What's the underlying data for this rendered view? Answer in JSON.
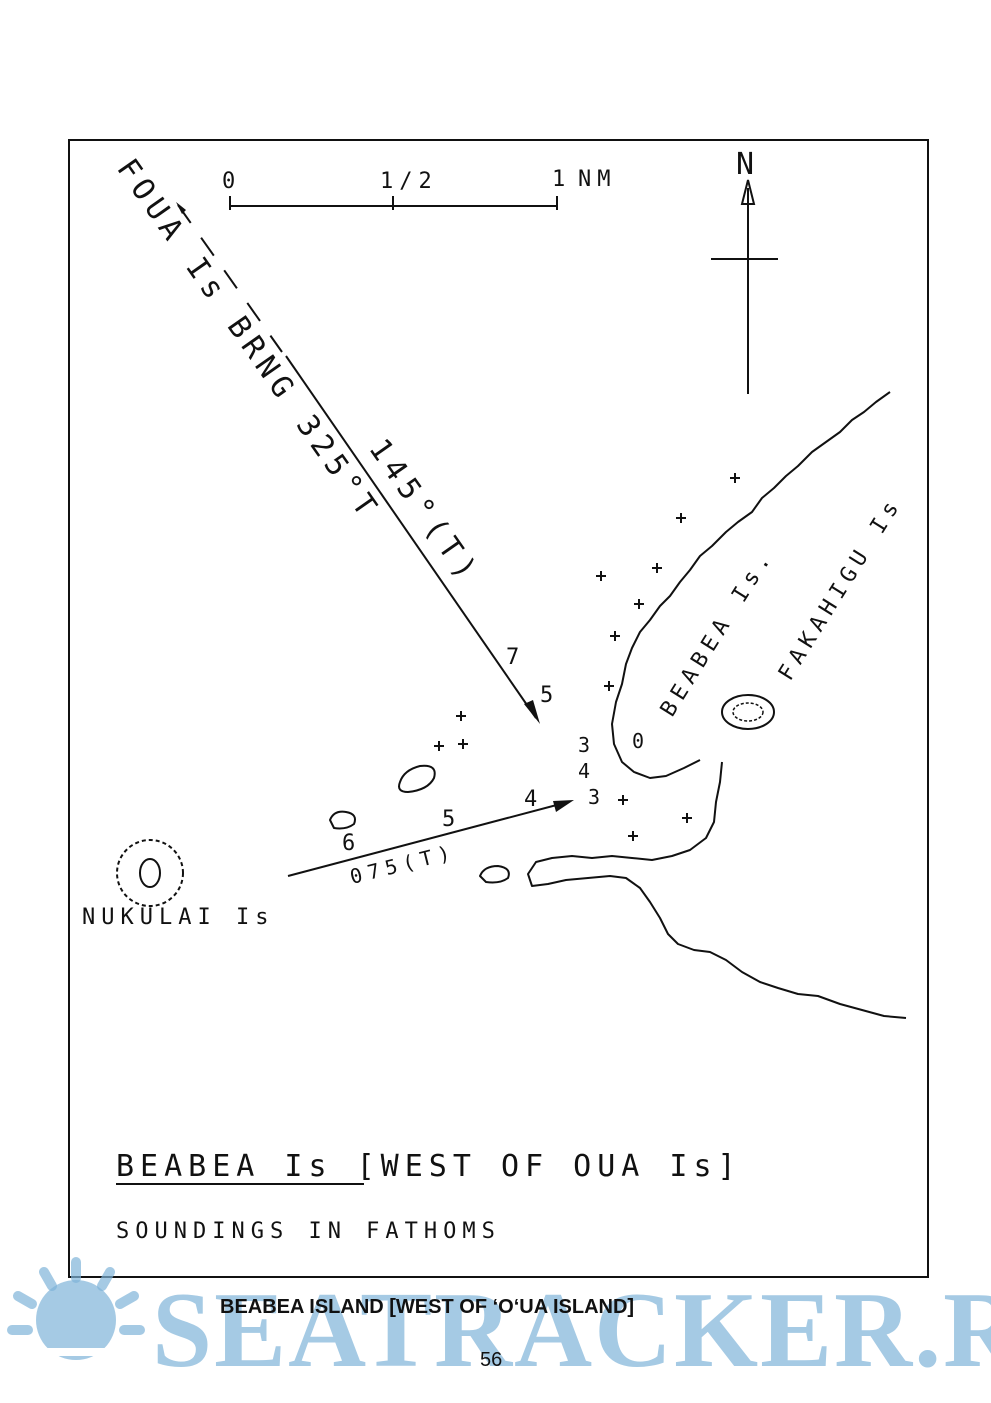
{
  "scale_bar": {
    "tick_zero": "0",
    "tick_half": "1/2",
    "tick_one": "1",
    "unit": "NM"
  },
  "north_label": "N",
  "bearing_labels": {
    "back_bearing": "FOUA Is BRNG 325°T",
    "approach": "145°(T)",
    "second_approach": "075(T)"
  },
  "islands": {
    "nukulai": "NUKULAI Is",
    "beabea": "BEABEA Is.",
    "fakahigu": "FAKAHIGU Is"
  },
  "soundings": [
    "7",
    "5",
    "4",
    "3",
    "3",
    "4",
    "5",
    "6",
    "0"
  ],
  "title": "BEABEA Is [WEST OF OUA Is]",
  "subtitle": "SOUNDINGS IN FATHOMS",
  "caption": "BEABEA ISLAND [WEST OF ‘O‘UA ISLAND]",
  "page_number": "56",
  "watermark": "SEATRACKER.RU",
  "colors": {
    "ink": "#111111",
    "watermark": "#7fb3d8"
  }
}
